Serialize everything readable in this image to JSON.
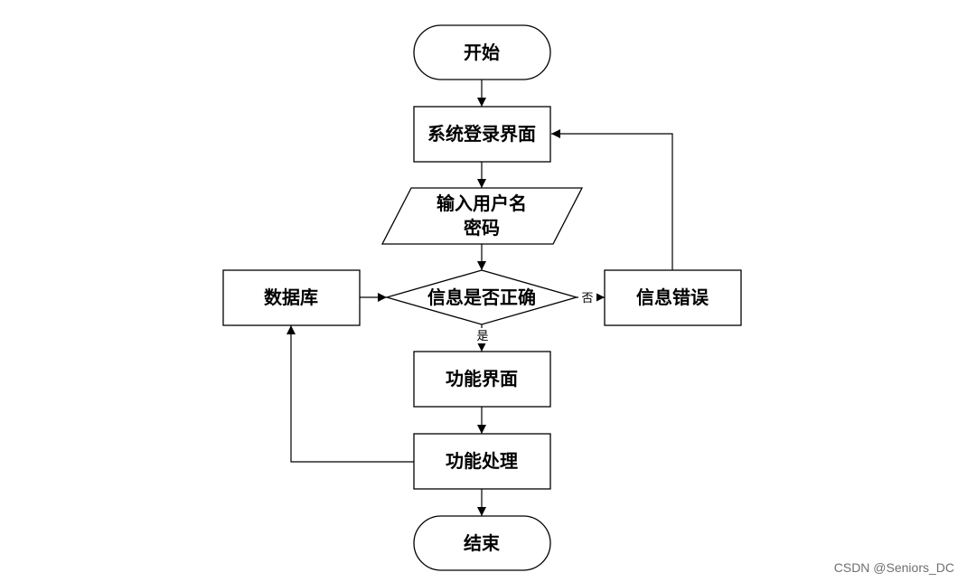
{
  "diagram": {
    "nodes": {
      "start": "开始",
      "login": "系统登录界面",
      "input_line1": "输入用户名",
      "input_line2": "密码",
      "check": "信息是否正确",
      "database": "数据库",
      "error": "信息错误",
      "function_ui": "功能界面",
      "function_process": "功能处理",
      "end": "结束"
    },
    "edge_labels": {
      "no": "否",
      "yes": "是"
    }
  },
  "watermark": "CSDN @Seniors_DC"
}
